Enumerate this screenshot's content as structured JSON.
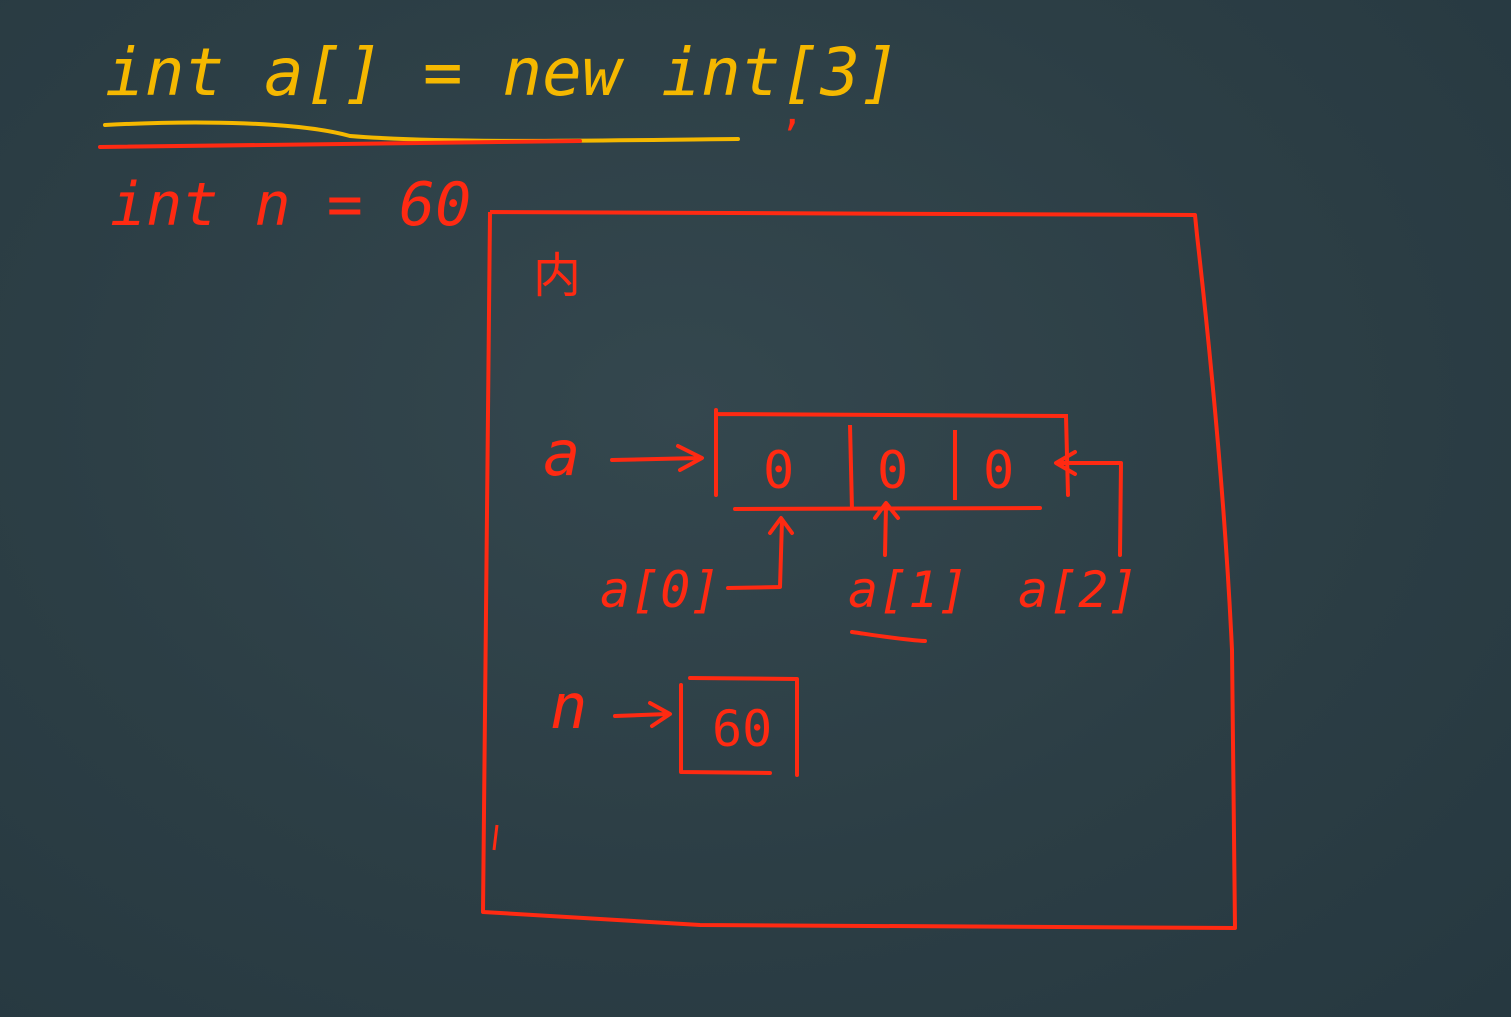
{
  "code": {
    "line1": "int a[] = new int[3]",
    "line2": "int n = 60",
    "mark": ","
  },
  "memory": {
    "label": "内",
    "array": {
      "var_name": "a",
      "cells": [
        "0",
        "0",
        "0"
      ],
      "index_labels": [
        "a[0]",
        "a[1]",
        "a[2]"
      ]
    },
    "scalar": {
      "var_name": "n",
      "value": "60"
    }
  },
  "colors": {
    "background": "#2b3d44",
    "code_yellow": "#f5b800",
    "diagram_red": "#ff2a12"
  }
}
